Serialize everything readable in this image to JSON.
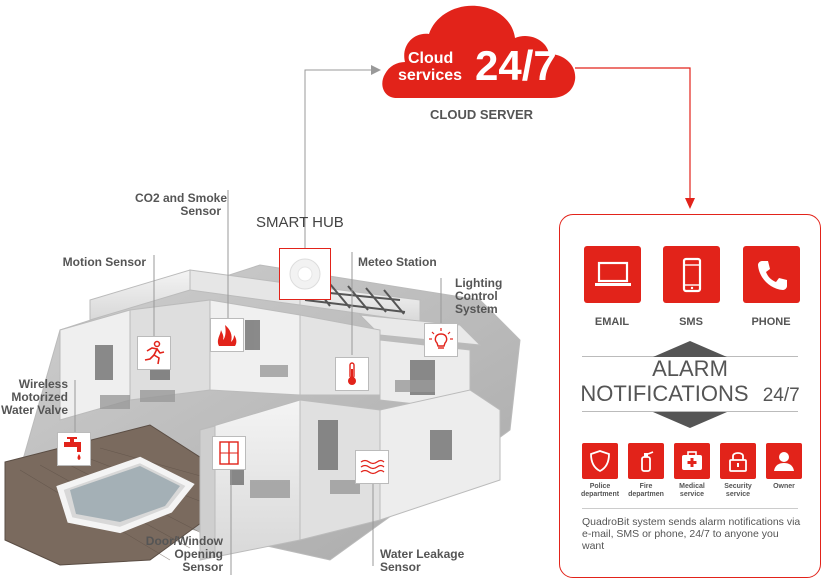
{
  "cloud": {
    "line1": "Cloud",
    "line2": "services",
    "hours": "24/7",
    "server_label": "CLOUD SERVER"
  },
  "hub": {
    "label": "SMART HUB"
  },
  "sensors": {
    "co2": {
      "line1": "CO2 and Smoke",
      "line2": "Sensor"
    },
    "motion": {
      "line1": "Motion Sensor"
    },
    "meteo": {
      "line1": "Meteo Station"
    },
    "lighting": {
      "line1": "Lighting",
      "line2": "Control",
      "line3": "System"
    },
    "valve": {
      "line1": "Wireless",
      "line2": "Motorized",
      "line3": "Water Valve"
    },
    "door": {
      "line1": "Door/Window",
      "line2": "Opening",
      "line3": "Sensor"
    },
    "leak": {
      "line1": "Water Leakage",
      "line2": "Sensor"
    }
  },
  "panel": {
    "channels": [
      {
        "label": "EMAIL",
        "icon": "laptop-icon"
      },
      {
        "label": "SMS",
        "icon": "smartphone-icon"
      },
      {
        "label": "PHONE",
        "icon": "phone-icon"
      }
    ],
    "alarm_line1": "ALARM",
    "alarm_line2": "NOTIFICATIONS",
    "alarm_hours": "24/7",
    "recipients": [
      {
        "line1": "Police",
        "line2": "department",
        "icon": "shield-icon"
      },
      {
        "line1": "Fire",
        "line2": "departmen",
        "icon": "fire-extinguisher-icon"
      },
      {
        "line1": "Medical",
        "line2": "service",
        "icon": "medical-kit-icon"
      },
      {
        "line1": "Security",
        "line2": "service",
        "icon": "padlock-icon"
      },
      {
        "line1": "Owner",
        "line2": "",
        "icon": "person-icon"
      }
    ],
    "description": "QuadroBit system sends alarm  notifications via e-mail, SMS or phone, 24/7 to anyone you want"
  },
  "colors": {
    "accent": "#e2231a",
    "text": "#555555",
    "line": "#999999"
  }
}
